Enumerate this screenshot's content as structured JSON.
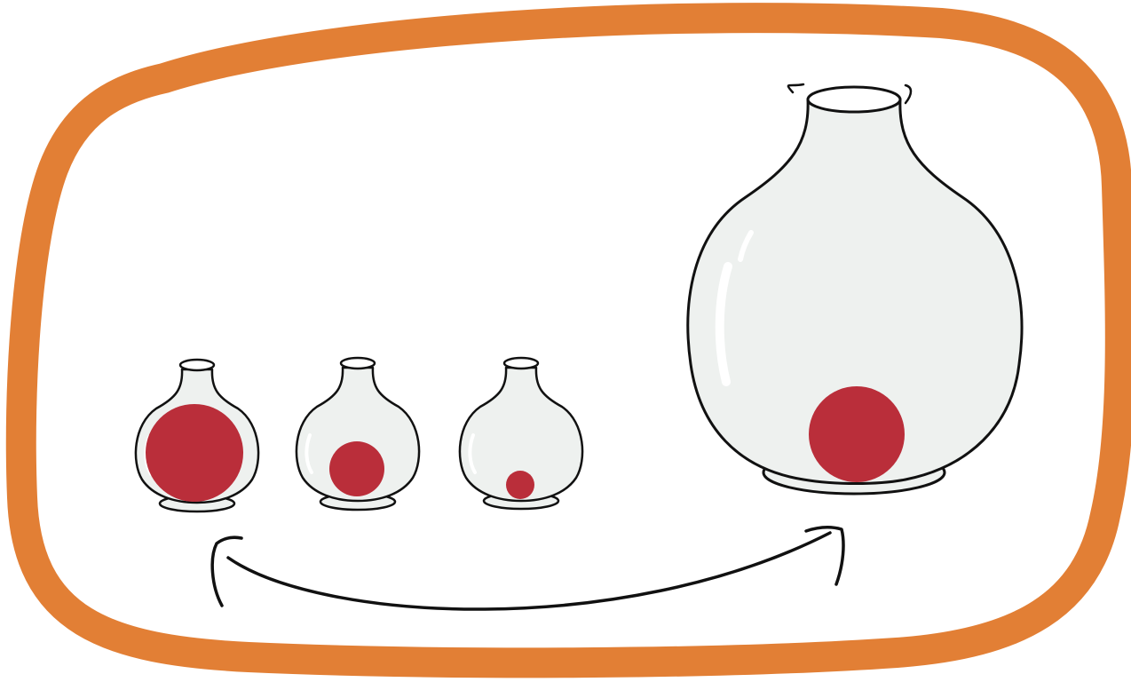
{
  "colors": {
    "frame": "#E27F35",
    "glass_fill": "#EEF1EF",
    "glass_outline": "#111111",
    "highlight": "#FFFFFF",
    "ball": "#BA2E3A",
    "background": "#FFFFFF"
  },
  "vessels": [
    {
      "name": "small-vessel-large-ball",
      "ball_size": "large"
    },
    {
      "name": "small-vessel-medium-ball",
      "ball_size": "medium"
    },
    {
      "name": "small-vessel-small-ball",
      "ball_size": "small"
    },
    {
      "name": "large-vessel-ball",
      "ball_size": "large"
    }
  ],
  "arrow": {
    "style": "double-headed curved arrow",
    "connects": [
      "small-vessel-large-ball",
      "large-vessel-ball"
    ]
  }
}
